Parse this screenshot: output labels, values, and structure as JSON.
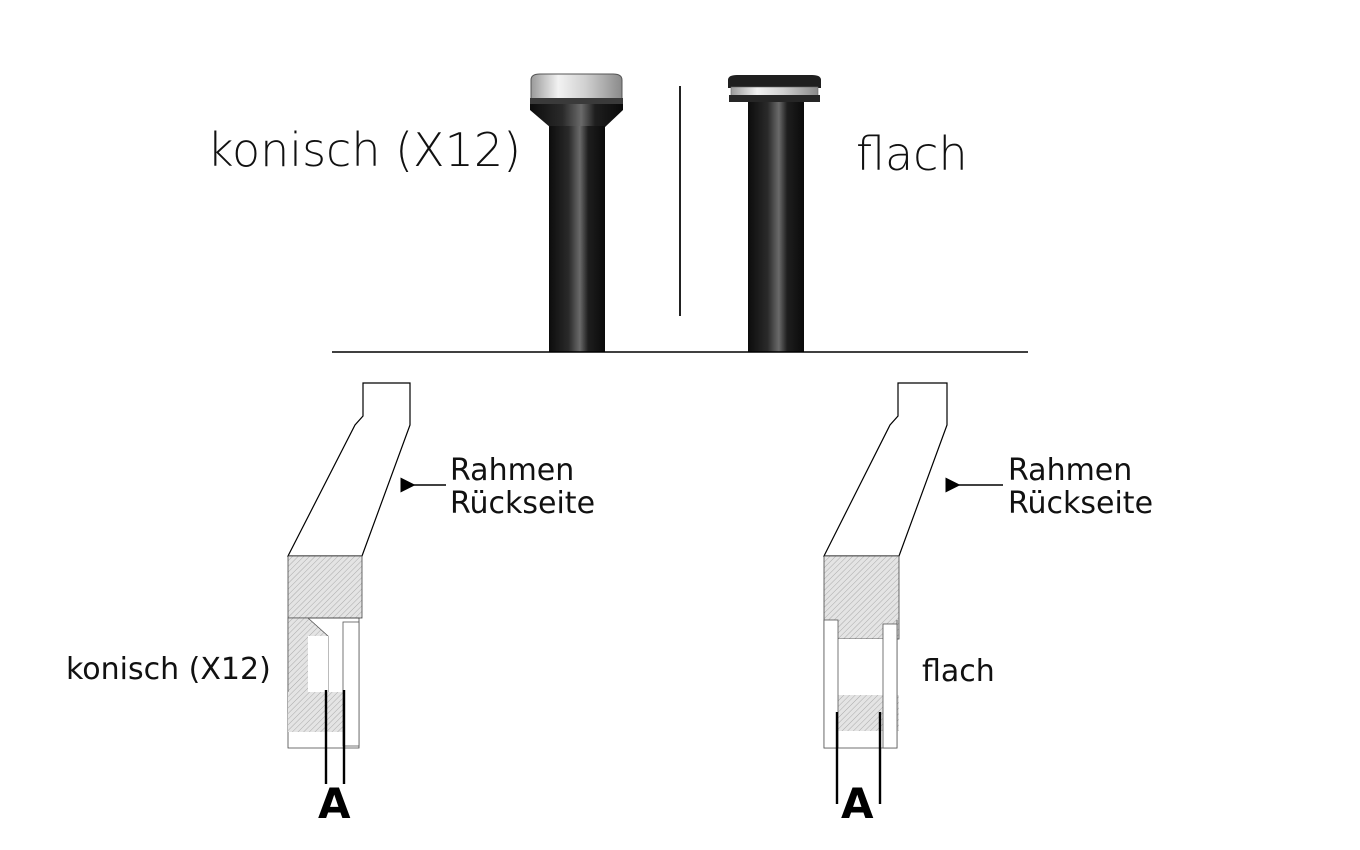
{
  "top": {
    "left_label": "konisch (X12)",
    "right_label": "flach"
  },
  "bottom": {
    "left": {
      "frame_label_line1": "Rahmen",
      "frame_label_line2": "Rückseite",
      "type_label": "konisch (X12)",
      "dimension_label": "A"
    },
    "right": {
      "frame_label_line1": "Rahmen",
      "frame_label_line2": "Rückseite",
      "type_label": "flach",
      "dimension_label": "A"
    }
  },
  "colors": {
    "axle_dark": "#161616",
    "axle_highlight": "#5a5a5a",
    "cap_silver": "#d8d8d8",
    "hatch": "#b0b0b0",
    "line": "#000000"
  }
}
